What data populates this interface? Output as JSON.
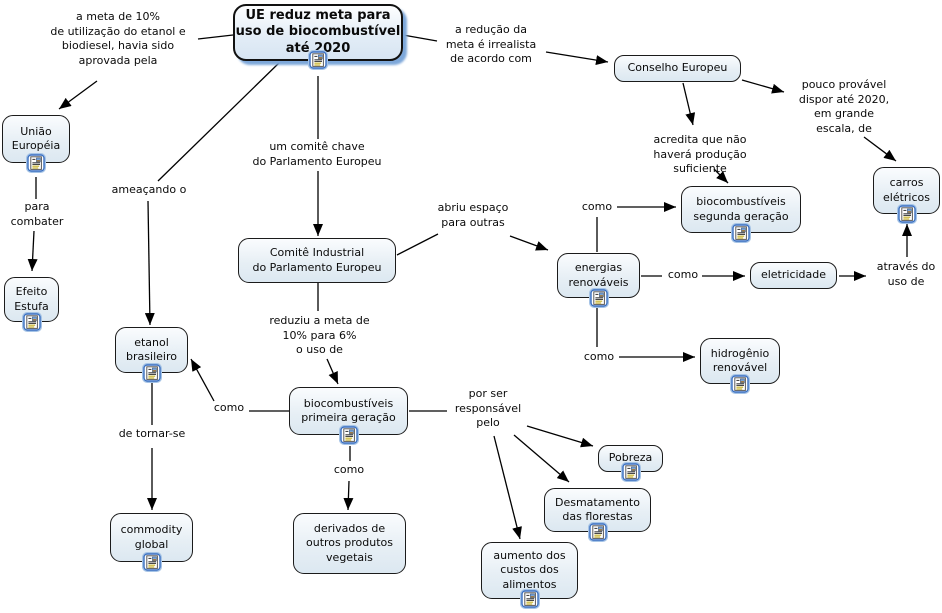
{
  "map_title": "UE reduz meta para uso de biocombustível até 2020",
  "colors": {
    "background": "#ffffff",
    "node_fill_top": "#fafcfe",
    "node_fill_bottom": "#dce8f1",
    "node_border": "#1b1b1b",
    "main_node_shadow": "#7ea8da",
    "connector_line": "#000000",
    "resource_icon_frame": "#3a6fc0"
  },
  "nodes": {
    "main": {
      "label": "UE reduz meta para\nuso de biocombustível\naté 2020"
    },
    "uniao": {
      "label": "União\nEuropéia"
    },
    "efeito": {
      "label": "Efeito\nEstufa"
    },
    "etanol": {
      "label": "etanol\nbrasileiro"
    },
    "comite": {
      "label": "Comitê Industrial\ndo Parlamento Europeu"
    },
    "conselho": {
      "label": "Conselho Europeu"
    },
    "carros": {
      "label": "carros\nelétricos"
    },
    "segunda": {
      "label": "biocombustíveis\nsegunda geração"
    },
    "energias": {
      "label": "energias\nrenováveis"
    },
    "eletricidade": {
      "label": "eletricidade"
    },
    "hidrogenio": {
      "label": "hidrogênio\nrenovável"
    },
    "primeira": {
      "label": "biocombustíveis\nprimeira geração"
    },
    "commodity": {
      "label": "commodity\nglobal"
    },
    "derivados": {
      "label": "derivados de\noutros produtos\nvegetais"
    },
    "pobreza": {
      "label": "Pobreza"
    },
    "desmatamento": {
      "label": "Desmatamento\ndas florestas"
    },
    "aumento": {
      "label": "aumento dos\ncustos dos\nalimentos"
    }
  },
  "labels": {
    "aprovada": "a meta de 10%\nde utilização do etanol e\nbiodiesel, havia sido\naprovada pela",
    "paracombater": "para\ncombater",
    "ameacando": "ameaçando o",
    "comitechave": "um comitê chave\ndo Parlamento Europeu",
    "reducao": "a redução da\nmeta é irrealista\nde acordo com",
    "poucoprovavel": "pouco provável\ndispor até 2020,\nem grande\nescala, de",
    "acredita": "acredita que não\nhaverá produção\nsuficiente",
    "abriu": "abriu espaço\npara outras",
    "como1": "como",
    "como2": "como",
    "como3": "como",
    "como4": "como",
    "como5": "como",
    "atraves": "através do\nuso de",
    "reduziu": "reduziu a meta de\n10% para 6%\no uso de",
    "detornarse": "de tornar-se",
    "porser": "por ser\nresponsável\npelo"
  },
  "icons": {
    "resource": "document-with-image-attachment"
  }
}
